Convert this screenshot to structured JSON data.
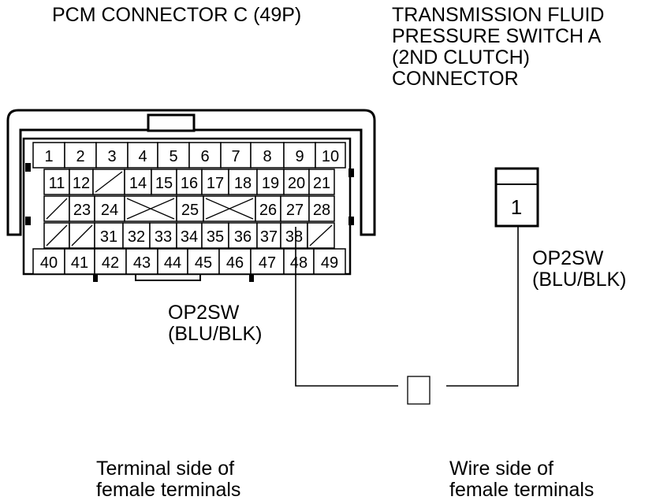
{
  "pcm_connector": {
    "title": "PCM CONNECTOR C (49P)",
    "rows": [
      [
        "1",
        "2",
        "3",
        "4",
        "5",
        "6",
        "7",
        "8",
        "9",
        "10"
      ],
      [
        "11",
        "12",
        "",
        "14",
        "15",
        "16",
        "17",
        "18",
        "19",
        "20",
        "21"
      ],
      [
        "",
        "23",
        "24",
        "",
        "25",
        "",
        "26",
        "27",
        "28"
      ],
      [
        "",
        "",
        "31",
        "32",
        "33",
        "34",
        "35",
        "36",
        "37",
        "38",
        ""
      ],
      [
        "40",
        "41",
        "42",
        "43",
        "44",
        "45",
        "46",
        "47",
        "48",
        "49"
      ]
    ],
    "wire_label": [
      "OP2SW",
      "(BLU/BLK)"
    ],
    "side_label": [
      "Terminal side of",
      "female terminals"
    ]
  },
  "switch_connector": {
    "title": [
      "TRANSMISSION FLUID",
      "PRESSURE SWITCH A",
      "(2ND CLUTCH)",
      "CONNECTOR"
    ],
    "terminal": "1",
    "wire_label": [
      "OP2SW",
      "(BLU/BLK)"
    ],
    "side_label": [
      "Wire side of",
      "female terminals"
    ]
  }
}
